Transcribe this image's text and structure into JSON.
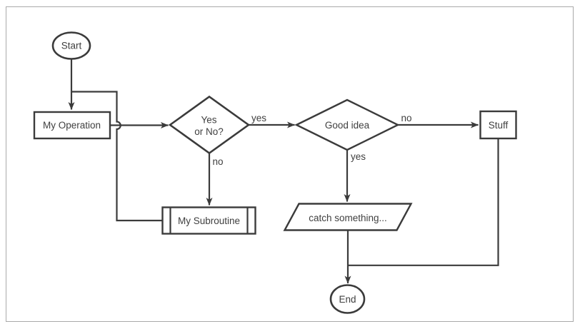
{
  "canvas": {
    "background": "#ffffff",
    "border_color": "#a9a9a9"
  },
  "colors": {
    "accent_blue": "#4583c6",
    "line_dark": "#3b3b3b",
    "text_dark": "#3f3f3f"
  },
  "nodes": {
    "start": {
      "label": "Start",
      "type": "terminator"
    },
    "my_operation": {
      "label": "My Operation",
      "type": "process"
    },
    "yes_or_no": {
      "line1": "Yes",
      "line2": "or No?",
      "type": "decision"
    },
    "good_idea": {
      "label": "Good idea",
      "type": "decision"
    },
    "stuff": {
      "label": "Stuff",
      "type": "process"
    },
    "my_subroutine": {
      "label": "My Subroutine",
      "type": "subroutine"
    },
    "catch_something": {
      "label": "catch something...",
      "type": "data"
    },
    "end": {
      "label": "End",
      "type": "terminator"
    }
  },
  "edges": {
    "yes_to_good_idea": {
      "label": "yes"
    },
    "no_to_my_subroutine": {
      "label": "no"
    },
    "no_to_stuff": {
      "label": "no"
    },
    "yes_to_catch_something": {
      "label": "yes"
    }
  }
}
